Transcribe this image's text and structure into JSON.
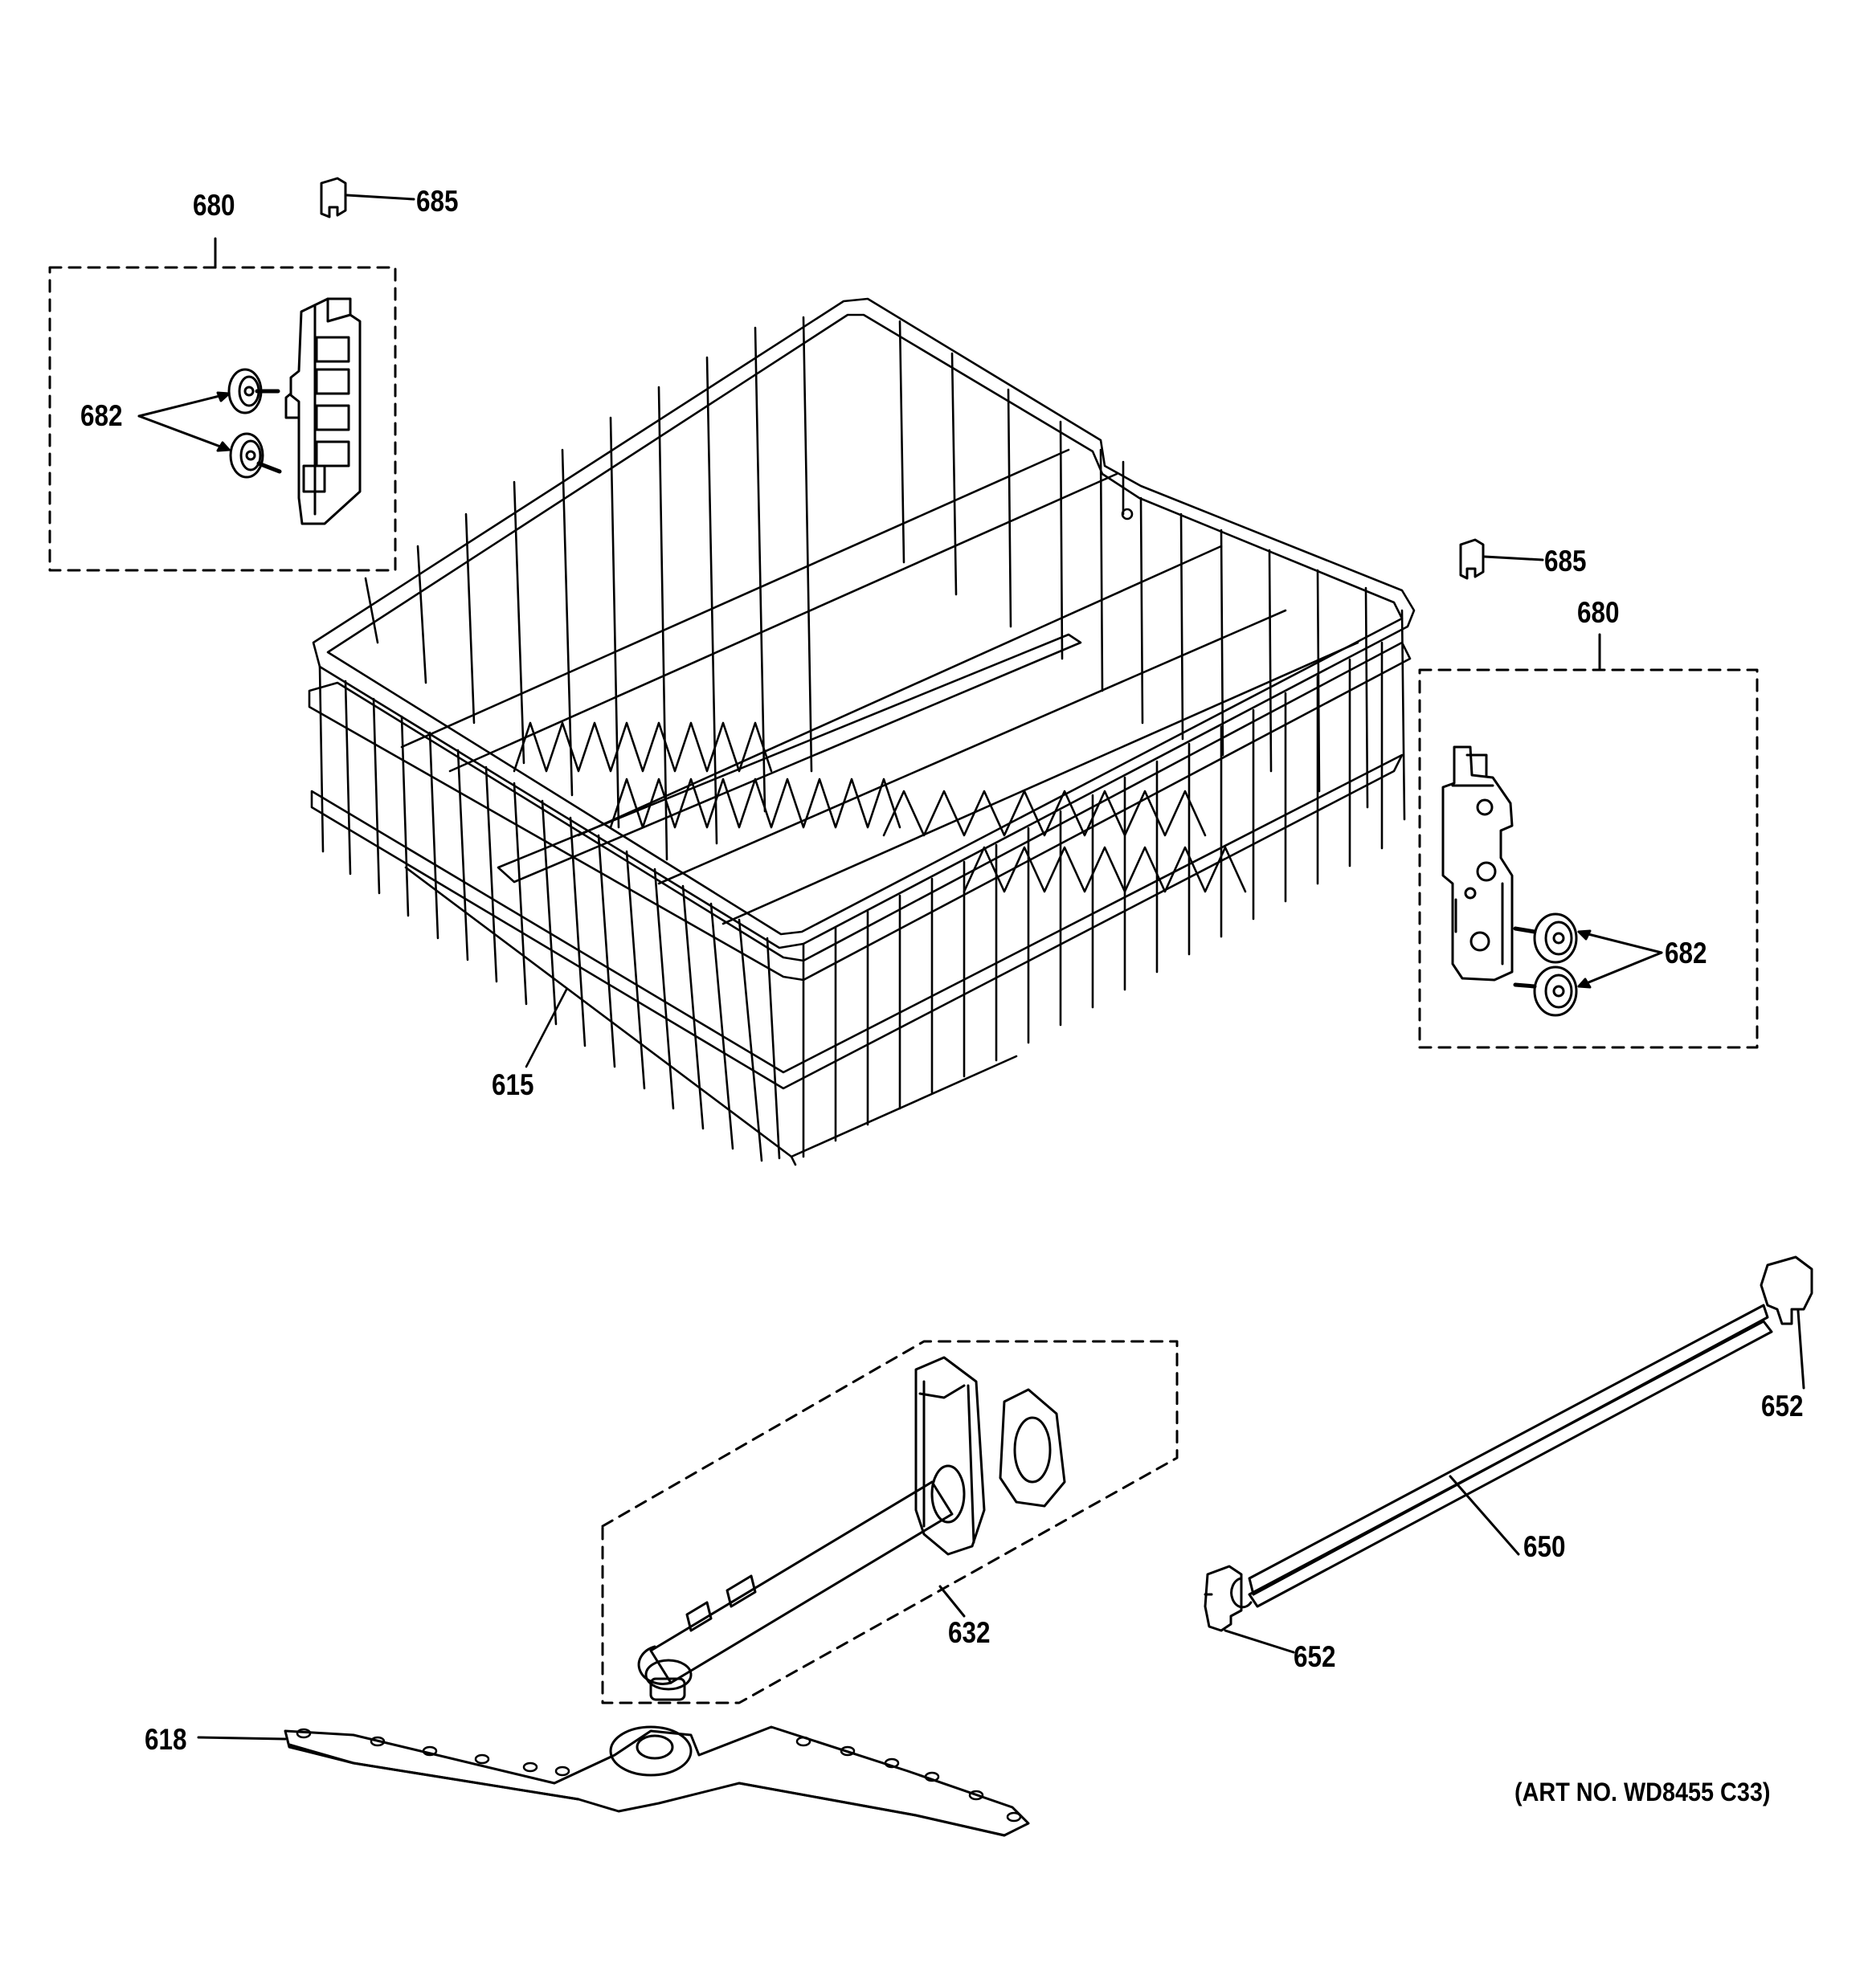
{
  "diagram": {
    "callouts": {
      "c685_left": "685",
      "c680_left": "680",
      "c682_left": "682",
      "c685_right": "685",
      "c680_right": "680",
      "c682_right": "682",
      "c615": "615",
      "c652_top": "652",
      "c650": "650",
      "c652_bottom": "652",
      "c632": "632",
      "c618": "618"
    },
    "art_number": "(ART NO. WD8455 C33)",
    "parts": [
      {
        "id": "615",
        "icon": "upper-rack-icon"
      },
      {
        "id": "618",
        "icon": "spray-arm-icon"
      },
      {
        "id": "632",
        "icon": "spray-arm-manifold-icon"
      },
      {
        "id": "650",
        "icon": "rack-track-rail-icon"
      },
      {
        "id": "652",
        "icon": "track-end-cap-icon"
      },
      {
        "id": "680",
        "icon": "rack-adjuster-kit-icon"
      },
      {
        "id": "682",
        "icon": "rack-roller-wheel-icon"
      },
      {
        "id": "685",
        "icon": "rack-stop-clip-icon"
      }
    ],
    "line_color": "#000000",
    "background": "#ffffff"
  }
}
